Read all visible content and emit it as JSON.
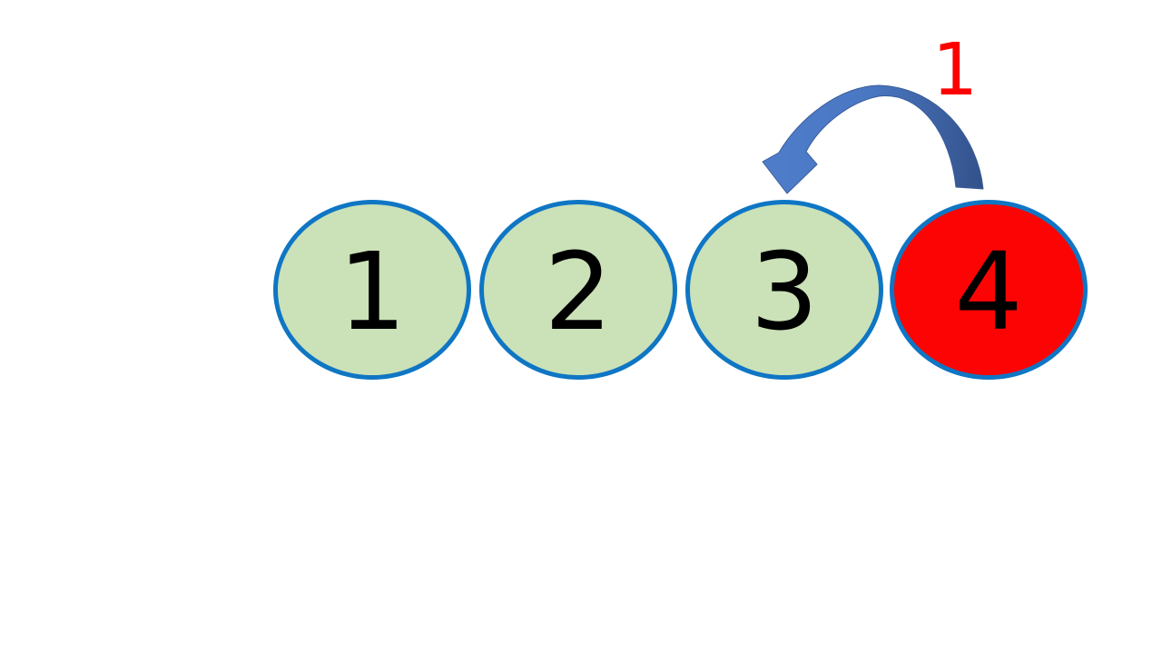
{
  "diagram": {
    "description": "Row of four numbered ellipses with a curved arrow showing element 4 moving one position left toward element 3",
    "background_color": "#ffffff",
    "nodes": [
      {
        "label": "1",
        "fill": "#cbe1b8",
        "border": "#0f76c4",
        "text_color": "#000000",
        "state": "normal"
      },
      {
        "label": "2",
        "fill": "#cbe1b8",
        "border": "#0f76c4",
        "text_color": "#000000",
        "state": "normal"
      },
      {
        "label": "3",
        "fill": "#cbe1b8",
        "border": "#0f76c4",
        "text_color": "#000000",
        "state": "normal"
      },
      {
        "label": "4",
        "fill": "#fd0404",
        "border": "#0f76c4",
        "text_color": "#000000",
        "state": "highlighted"
      }
    ],
    "arrow": {
      "label": "1",
      "label_color": "#ff0000",
      "from_node": "4",
      "to_node": "3",
      "direction": "left",
      "gradient_start": "#4e7dca",
      "gradient_mid": "#4a77c2",
      "gradient_end": "#33518a"
    }
  }
}
